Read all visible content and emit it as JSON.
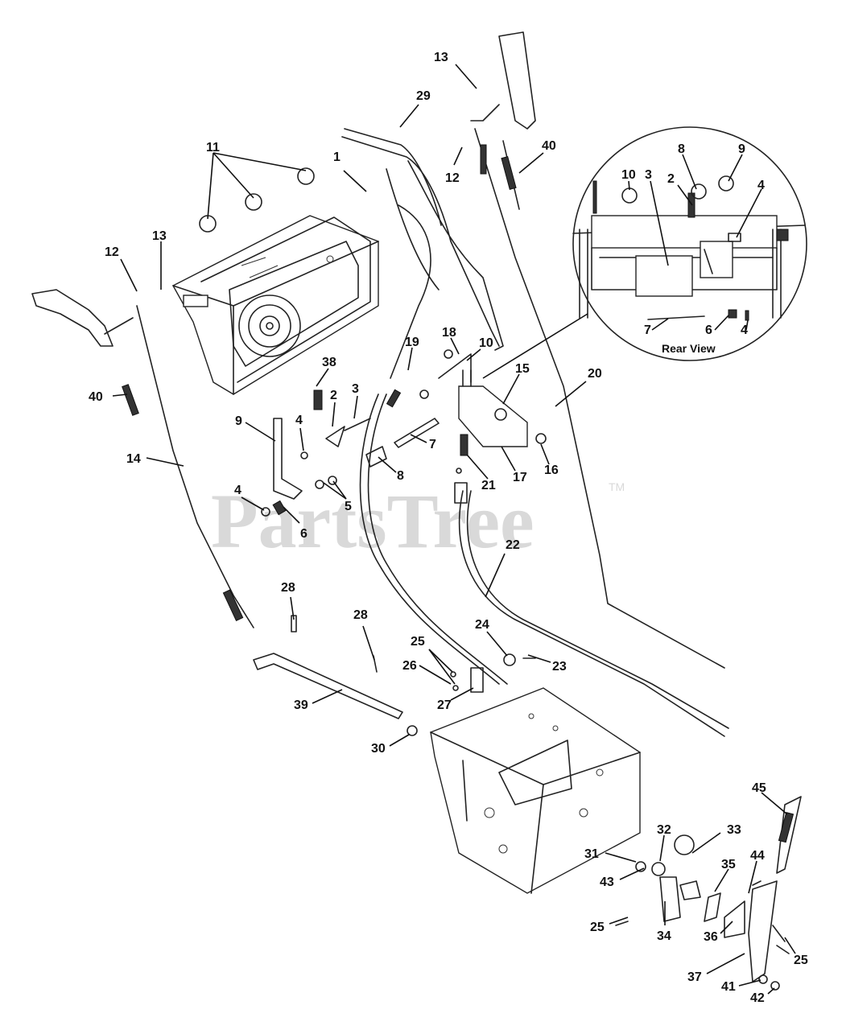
{
  "watermark": {
    "text": "PartsTree",
    "tm": "TM"
  },
  "inset": {
    "caption": "Rear View"
  },
  "callouts": {
    "c1": "1",
    "c2": "2",
    "c3": "3",
    "c4": "4",
    "c5": "5",
    "c6": "6",
    "c7": "7",
    "c8": "8",
    "c9": "9",
    "c10": "10",
    "c11": "11",
    "c12": "12",
    "c13": "13",
    "c14": "14",
    "c15": "15",
    "c16": "16",
    "c17": "17",
    "c18": "18",
    "c19": "19",
    "c20": "20",
    "c21": "21",
    "c22": "22",
    "c23": "23",
    "c24": "24",
    "c25": "25",
    "c26": "26",
    "c27": "27",
    "c28": "28",
    "c29": "29",
    "c30": "30",
    "c31": "31",
    "c32": "32",
    "c33": "33",
    "c34": "34",
    "c35": "35",
    "c36": "36",
    "c37": "37",
    "c38": "38",
    "c39": "39",
    "c40": "40",
    "c41": "41",
    "c42": "42",
    "c43": "43",
    "c44": "44",
    "c45": "45"
  }
}
